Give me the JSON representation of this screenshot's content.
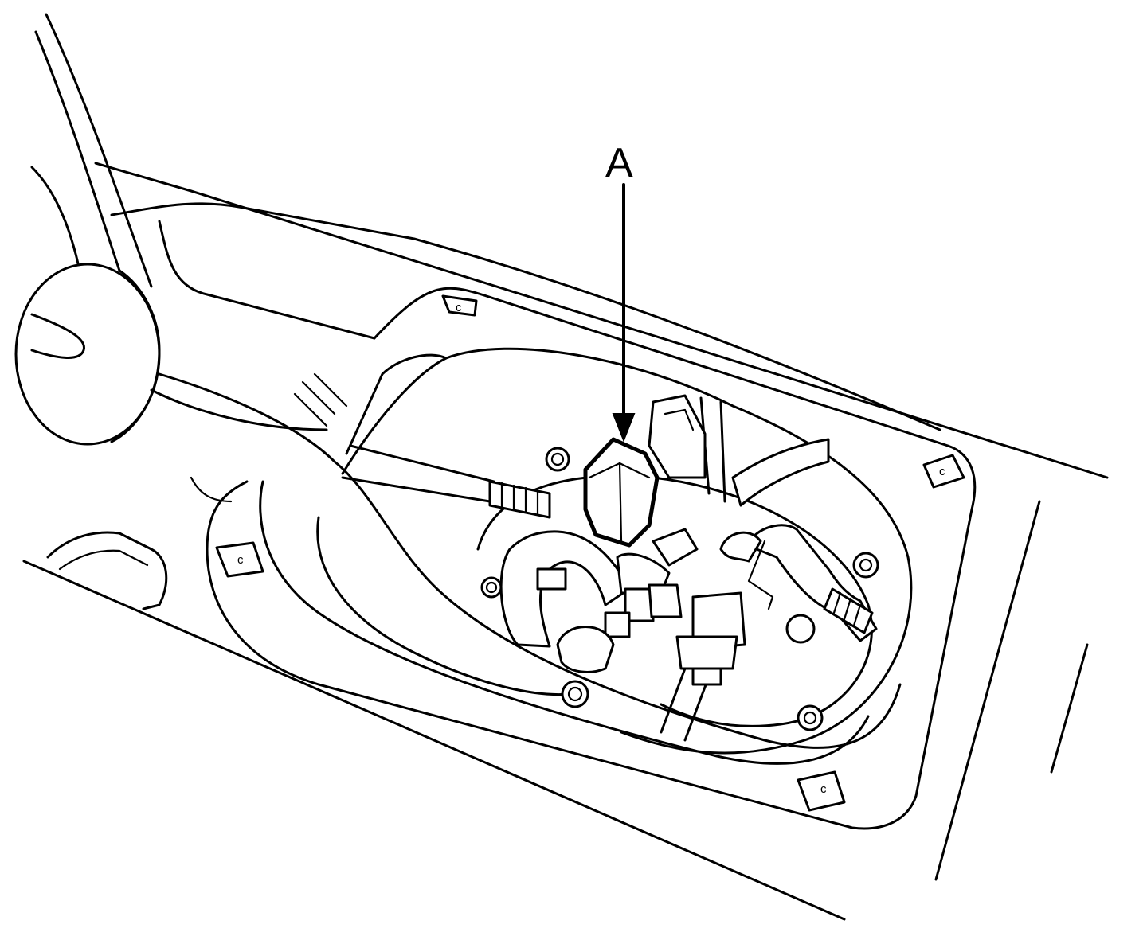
{
  "callouts": [
    {
      "id": "A",
      "label": "A",
      "target": "fuel-pump-connector"
    }
  ],
  "clip_marks": [
    "c",
    "c",
    "c",
    "c"
  ],
  "colors": {
    "line": "#000000",
    "background": "#ffffff"
  }
}
